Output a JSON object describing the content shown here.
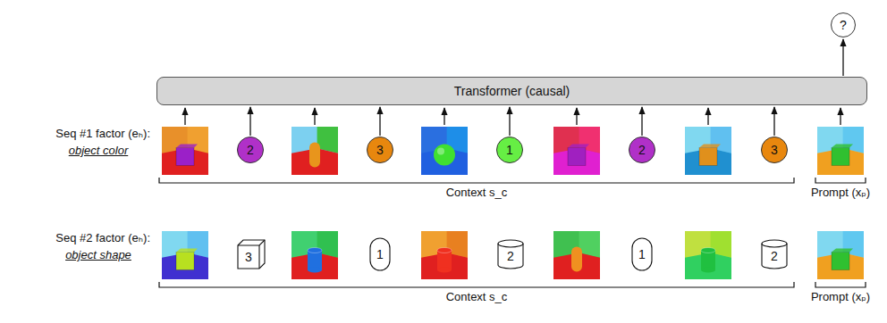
{
  "diagram": {
    "nodes": [
      {
        "text": [
          "Transformer (causal)"
        ]
      },
      {
        "text": [
          "?"
        ]
      },
      {
        "text": [
          "2"
        ]
      },
      {
        "text": [
          "3"
        ]
      },
      {
        "text": [
          "1"
        ]
      },
      {
        "text": [
          "2"
        ]
      },
      {
        "text": [
          "3"
        ]
      },
      {
        "text": [
          "3"
        ]
      },
      {
        "text": [
          "1"
        ]
      },
      {
        "text": [
          "2"
        ]
      },
      {
        "text": [
          "1"
        ]
      },
      {
        "text": [
          "2"
        ]
      }
    ],
    "edges": [
      {
        "from": 0,
        "to": 1,
        "arrow": "to"
      },
      {
        "from": 2,
        "to": 0,
        "arrow": "to"
      },
      {
        "from": 3,
        "to": 0,
        "arrow": "to"
      },
      {
        "from": 4,
        "to": 0,
        "arrow": "to"
      },
      {
        "from": 5,
        "to": 0,
        "arrow": "to"
      },
      {
        "from": 6,
        "to": 0,
        "arrow": "to"
      }
    ],
    "labels": [
      "Seq #1 factor (eₕ):",
      "object color",
      "Context s_c",
      "Prompt (xₚ)",
      "Seq #2 factor (eₕ):",
      "object shape",
      "Context s_c",
      "Prompt (xₚ)"
    ]
  }
}
